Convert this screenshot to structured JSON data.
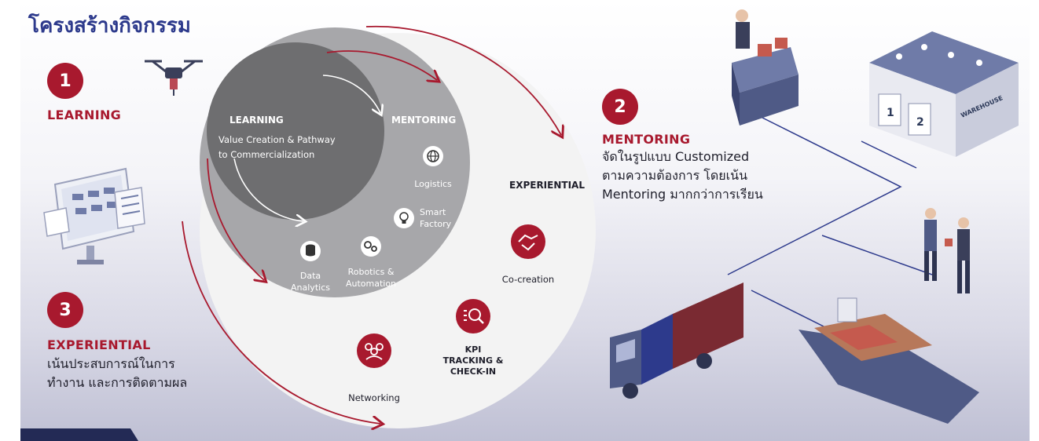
{
  "title": "โครงสร้างกิจกรรม",
  "steps": [
    {
      "number": "1",
      "heading": "LEARNING",
      "lines": []
    },
    {
      "number": "2",
      "heading": "MENTORING",
      "lines": [
        "จัดในรูปแบบ Customized",
        "ตามความต้องการ โดยเน้น",
        "Mentoring มากกว่าการเรียน"
      ]
    },
    {
      "number": "3",
      "heading": "EXPERIENTIAL",
      "lines": [
        "เน้นประสบการณ์ในการ",
        "ทำงาน และการติดตามผล"
      ]
    }
  ],
  "diagram": {
    "inner_heading": "LEARNING",
    "inner_text": [
      "Value Creation & Pathway",
      "to Commercialization"
    ],
    "middle_heading": "MENTORING",
    "middle_items": [
      {
        "icon": "globe-icon",
        "lines": [
          "Logistics"
        ]
      },
      {
        "icon": "lightbulb-icon",
        "lines": [
          "Smart",
          "Factory"
        ]
      },
      {
        "icon": "gears-icon",
        "lines": [
          "Robotics &",
          "Automation"
        ]
      },
      {
        "icon": "database-icon",
        "lines": [
          "Data",
          "Analytics"
        ]
      }
    ],
    "outer_heading": "EXPERIENTIAL",
    "outer_items": [
      {
        "icon": "handshake-icon",
        "lines": [
          "Co-creation"
        ]
      },
      {
        "icon": "kpi-icon",
        "lines": [
          "KPI",
          "TRACKING &",
          "CHECK-IN"
        ]
      },
      {
        "icon": "people-icon",
        "lines": [
          "Networking"
        ]
      }
    ]
  },
  "illustrations": {
    "warehouse_sign": "WAREHOUSE",
    "door_numbers": [
      "1",
      "2"
    ]
  },
  "colors": {
    "accent": "#a8192e",
    "title": "#2d3a8c",
    "inner": "#6e6e70",
    "middle": "#a7a7aa",
    "outer": "#f3f3f3"
  }
}
